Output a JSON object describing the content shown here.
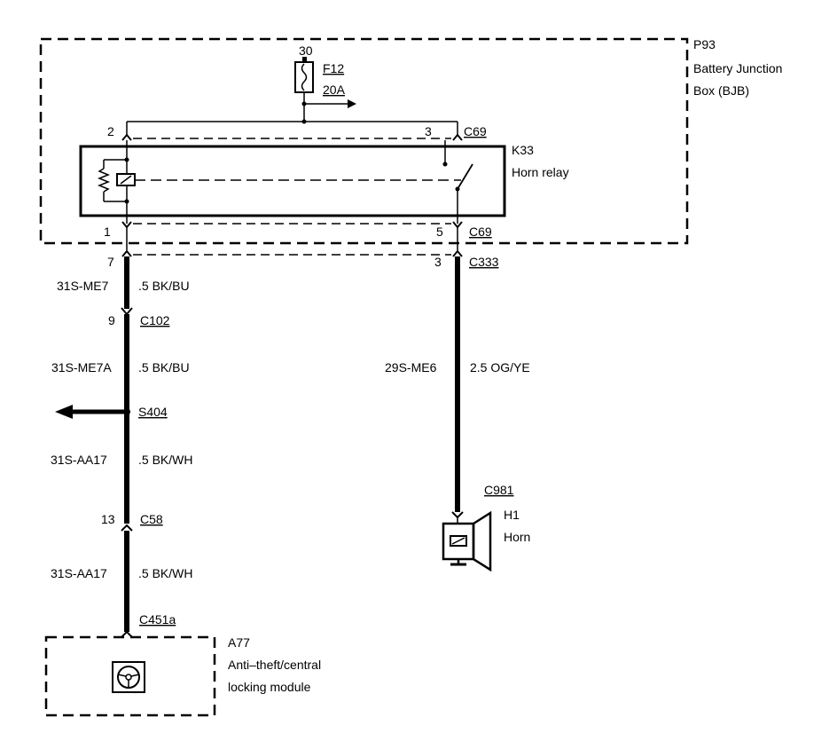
{
  "bjb": {
    "id": "P93",
    "line1": "Battery Junction",
    "line2": "Box (BJB)"
  },
  "fuse": {
    "pin": "30",
    "id": "F12",
    "rating": "20A"
  },
  "relay": {
    "id": "K33",
    "name": "Horn relay",
    "pins": {
      "p1": "1",
      "p2": "2",
      "p3": "3",
      "p5": "5"
    },
    "connector_top": "C69",
    "connector_bottom": "C69"
  },
  "left_circuit": {
    "c333_pin": "7",
    "seg1_circuit": "31S-ME7",
    "seg1_wire": ".5 BK/BU",
    "c102_pin": "9",
    "c102": "C102",
    "seg2_circuit": "31S-ME7A",
    "seg2_wire": ".5 BK/BU",
    "splice": "S404",
    "seg3_circuit": "31S-AA17",
    "seg3_wire": ".5 BK/WH",
    "c58_pin": "13",
    "c58": "C58",
    "seg4_circuit": "31S-AA17",
    "seg4_wire": ".5 BK/WH",
    "c451": "C451a"
  },
  "right_circuit": {
    "c333_pin": "3",
    "c333": "C333",
    "circuit": "29S-ME6",
    "wire": "2.5 OG/YE",
    "c981": "C981"
  },
  "horn": {
    "id": "H1",
    "name": "Horn"
  },
  "module": {
    "id": "A77",
    "line1": "Anti–theft/central",
    "line2": "locking module"
  }
}
